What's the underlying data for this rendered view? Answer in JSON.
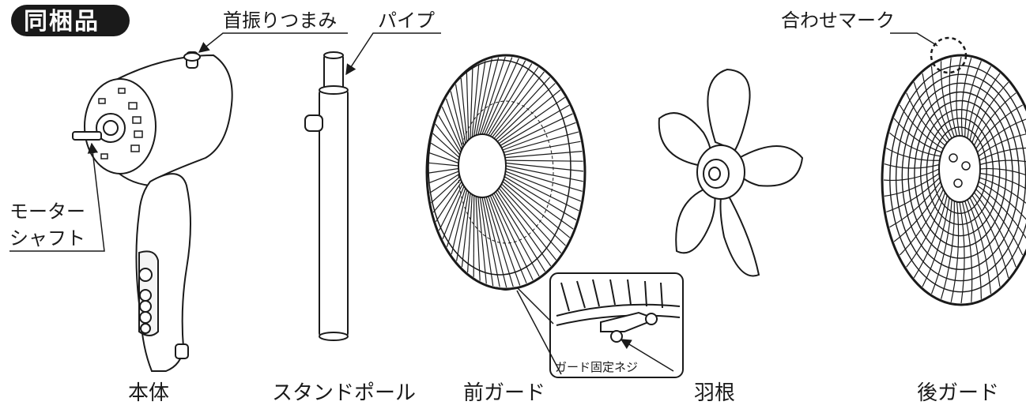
{
  "title": "同梱品",
  "callouts": {
    "swing_knob": "首振りつまみ",
    "pipe": "パイプ",
    "alignment_mark": "合わせマーク",
    "motor_shaft_line1": "モーター",
    "motor_shaft_line2": "シャフト",
    "guard_screw": "ガード固定ネジ"
  },
  "parts": [
    {
      "name": "本体"
    },
    {
      "name": "スタンドポール"
    },
    {
      "name": "前ガード"
    },
    {
      "name": "羽根"
    },
    {
      "name": "後ガード"
    }
  ]
}
